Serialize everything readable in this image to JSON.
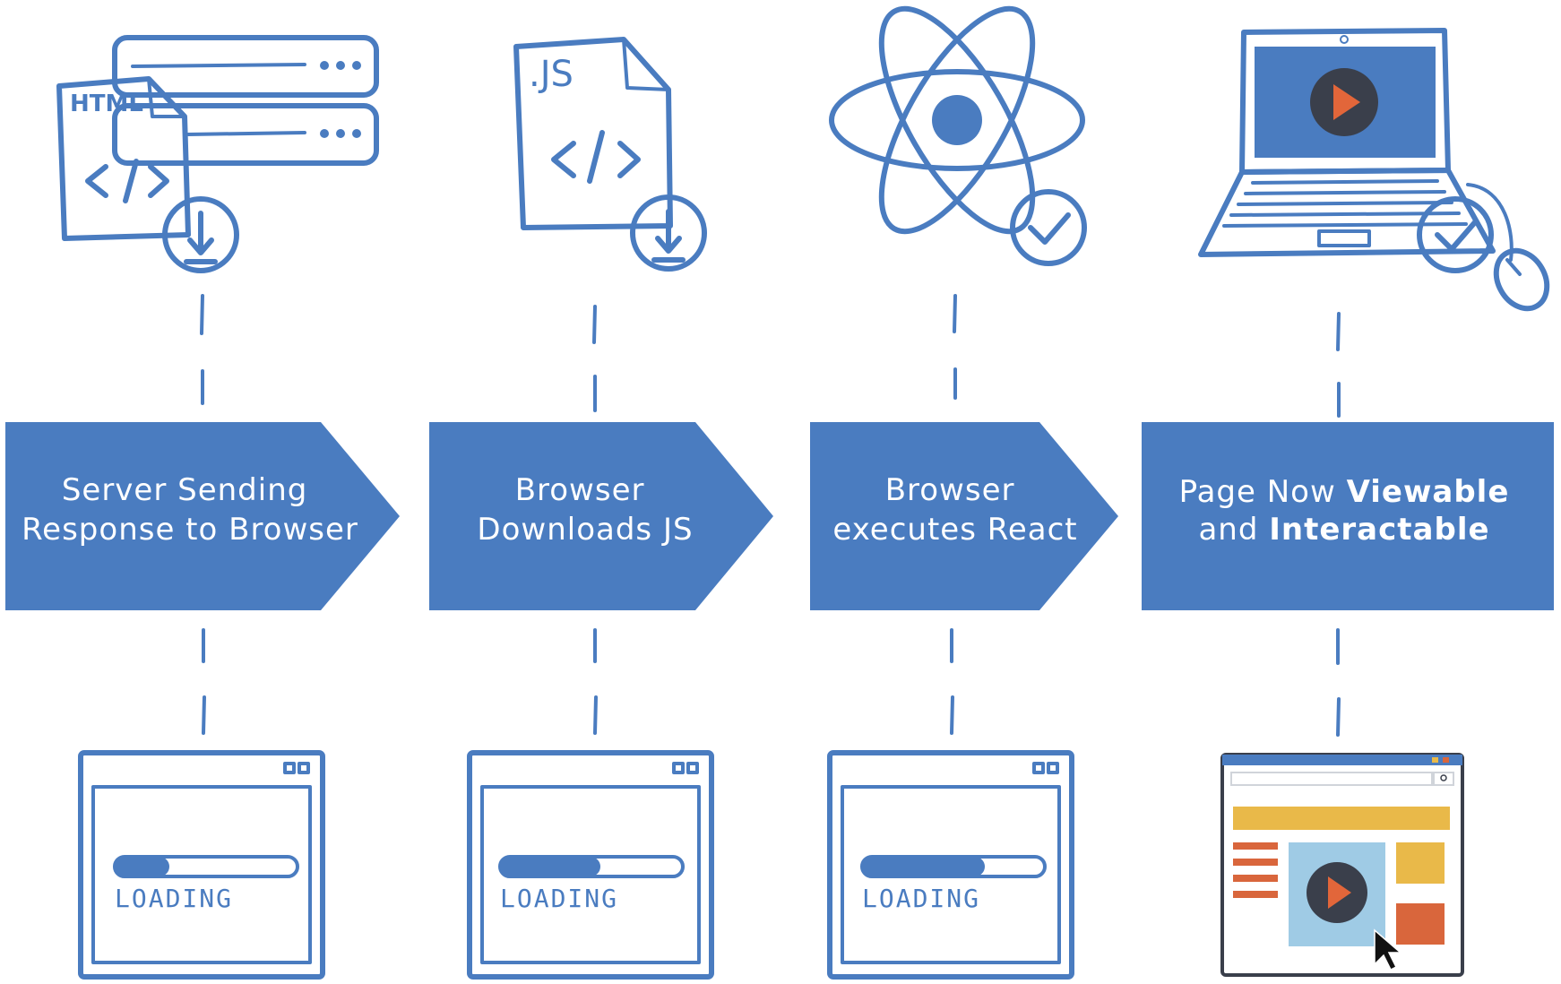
{
  "colors": {
    "primary": "#4a7cc0",
    "banner": "#4a7cc0",
    "banner_text": "#ffffff",
    "screen_dark": "#3a3f4b",
    "play_orange": "#e2663a",
    "yellow": "#e9b949",
    "orange_block": "#d9663c",
    "light_blue": "#9fcbe5"
  },
  "steps": [
    {
      "label_line1": "Server Sending",
      "label_line2": "Response to Browser",
      "icon": "html-file-server-download-icon",
      "file_label": "HTML",
      "loading_text": "LOADING",
      "progress": 0.3
    },
    {
      "label_line1": "Browser",
      "label_line2": "Downloads JS",
      "icon": "js-file-download-icon",
      "file_label": ".JS",
      "loading_text": "LOADING",
      "progress": 0.55
    },
    {
      "label_line1": "Browser",
      "label_line2": "executes React",
      "icon": "react-atom-check-icon",
      "loading_text": "LOADING",
      "progress": 0.67
    },
    {
      "label_line1_prefix": "Page Now ",
      "label_line1_strong": "Viewable",
      "label_line2_prefix": "and ",
      "label_line2_strong": "Interactable",
      "icon": "laptop-play-check-icon",
      "result": "interactive-webpage-icon"
    }
  ]
}
